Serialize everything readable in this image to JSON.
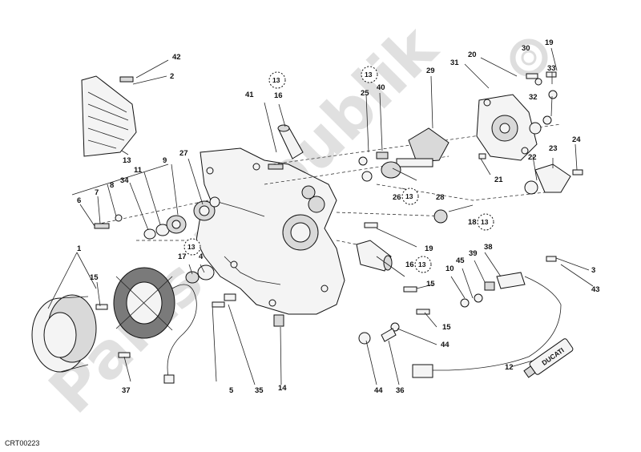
{
  "diagram": {
    "code": "CRT00223",
    "watermark": "Parts Republik",
    "callouts": [
      {
        "id": "c42",
        "text": "42"
      },
      {
        "id": "c2",
        "text": "2"
      },
      {
        "id": "c13a",
        "text": "13"
      },
      {
        "id": "c41",
        "text": "41"
      },
      {
        "id": "c16a",
        "text": "16"
      },
      {
        "id": "c13b",
        "text": "13",
        "circled": true
      },
      {
        "id": "c13c",
        "text": "13",
        "circled": true
      },
      {
        "id": "c25",
        "text": "25"
      },
      {
        "id": "c40",
        "text": "40"
      },
      {
        "id": "c29",
        "text": "29"
      },
      {
        "id": "c31",
        "text": "31"
      },
      {
        "id": "c20",
        "text": "20"
      },
      {
        "id": "c30",
        "text": "30"
      },
      {
        "id": "c19a",
        "text": "19"
      },
      {
        "id": "c33",
        "text": "33"
      },
      {
        "id": "c32",
        "text": "32"
      },
      {
        "id": "c27",
        "text": "27"
      },
      {
        "id": "c9",
        "text": "9"
      },
      {
        "id": "c11",
        "text": "11"
      },
      {
        "id": "c34",
        "text": "34"
      },
      {
        "id": "c8",
        "text": "8"
      },
      {
        "id": "c7",
        "text": "7"
      },
      {
        "id": "c6",
        "text": "6"
      },
      {
        "id": "c26",
        "text": "26"
      },
      {
        "id": "c13d",
        "text": "13",
        "circled": true
      },
      {
        "id": "c28",
        "text": "28"
      },
      {
        "id": "c22",
        "text": "22"
      },
      {
        "id": "c23",
        "text": "23"
      },
      {
        "id": "c24",
        "text": "24"
      },
      {
        "id": "c21",
        "text": "21"
      },
      {
        "id": "c18",
        "text": "18"
      },
      {
        "id": "c13e",
        "text": "13",
        "circled": true
      },
      {
        "id": "c19b",
        "text": "19"
      },
      {
        "id": "c1",
        "text": "1"
      },
      {
        "id": "c17",
        "text": "17"
      },
      {
        "id": "c13f",
        "text": "13",
        "circled": true
      },
      {
        "id": "c4",
        "text": "4"
      },
      {
        "id": "c16b",
        "text": "16"
      },
      {
        "id": "c13g",
        "text": "13",
        "circled": true
      },
      {
        "id": "c38",
        "text": "38"
      },
      {
        "id": "c39",
        "text": "39"
      },
      {
        "id": "c45",
        "text": "45"
      },
      {
        "id": "c10",
        "text": "10"
      },
      {
        "id": "c3",
        "text": "3"
      },
      {
        "id": "c43",
        "text": "43"
      },
      {
        "id": "c15a",
        "text": "15"
      },
      {
        "id": "c15b",
        "text": "15"
      },
      {
        "id": "c15c",
        "text": "15"
      },
      {
        "id": "c44a",
        "text": "44"
      },
      {
        "id": "c12",
        "text": "12"
      },
      {
        "id": "c37",
        "text": "37"
      },
      {
        "id": "c5",
        "text": "5"
      },
      {
        "id": "c35",
        "text": "35"
      },
      {
        "id": "c14",
        "text": "14"
      },
      {
        "id": "c44b",
        "text": "44"
      },
      {
        "id": "c36",
        "text": "36"
      }
    ],
    "tube_label": "DUCATI"
  }
}
